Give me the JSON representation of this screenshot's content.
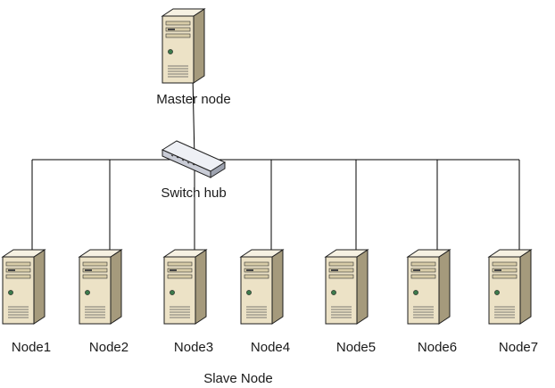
{
  "master": {
    "label": "Master node"
  },
  "switch": {
    "label": "Switch hub"
  },
  "nodes": [
    {
      "label": "Node1"
    },
    {
      "label": "Node2"
    },
    {
      "label": "Node3"
    },
    {
      "label": "Node4"
    },
    {
      "label": "Node5"
    },
    {
      "label": "Node6"
    },
    {
      "label": "Node7"
    }
  ],
  "group": {
    "label": "Slave Node"
  },
  "colors": {
    "server_front": "#ece2c6",
    "server_side": "#a59a7c",
    "server_top": "#f6f1e2",
    "outline": "#1c1c1c",
    "wire": "#000000",
    "switch_body": "#c9ccd6"
  },
  "icons": {
    "server": "tower-server-icon",
    "switch": "network-switch-icon"
  }
}
